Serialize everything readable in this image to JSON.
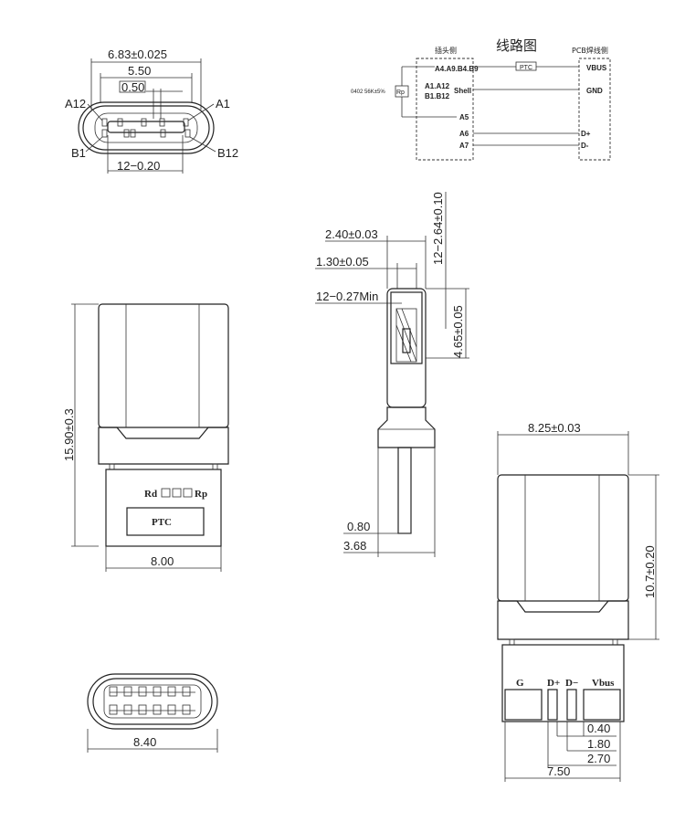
{
  "front_view": {
    "width": "6.83±0.025",
    "inner_width": "5.50",
    "pitch": "0.50",
    "pin_spec": "12−0.20",
    "pin_a12": "A12",
    "pin_a1": "A1",
    "pin_b1": "B1",
    "pin_b12": "B12"
  },
  "schematic": {
    "title": "线路图",
    "left_header": "插头侧",
    "right_header": "PCB焊线侧",
    "pins_row1": "A4.A9.B4.B9",
    "ptc_label": "PTC",
    "vbus_label": "VBUS",
    "pins_shell": "A1.A12\nB1.B12",
    "pins_shell_line1": "A1.A12",
    "pins_shell_line2": "B1.B12",
    "shell_label": "Shell",
    "gnd_label": "GND",
    "resistor_note": "0402 56K±5%",
    "rp_label": "Rp",
    "a5_label": "A5",
    "a6_label": "A6",
    "dplus_label": "D+",
    "a7_label": "A7",
    "dminus_label": "D-"
  },
  "side_view": {
    "width": "2.40±0.03",
    "tongue": "1.30±0.05",
    "pins_min": "12−0.27Min",
    "pin_spacing": "12−2.64±0.10",
    "depth": "4.65±0.05",
    "lead": "0.80",
    "lead_total": "3.68"
  },
  "top_view": {
    "height": "15.90±0.3",
    "width": "8.00",
    "rd_rp_label": "Rd",
    "rp_label": "Rp",
    "ptc_label": "PTC"
  },
  "bottom_view": {
    "width": "8.40"
  },
  "back_view": {
    "width": "8.25±0.03",
    "height": "10.7±0.20",
    "pad_g": "G",
    "pad_dplus": "D+",
    "pad_dminus": "D−",
    "pad_vbus": "Vbus",
    "dim_040": "0.40",
    "dim_180": "1.80",
    "dim_270": "2.70",
    "dim_750": "7.50"
  }
}
